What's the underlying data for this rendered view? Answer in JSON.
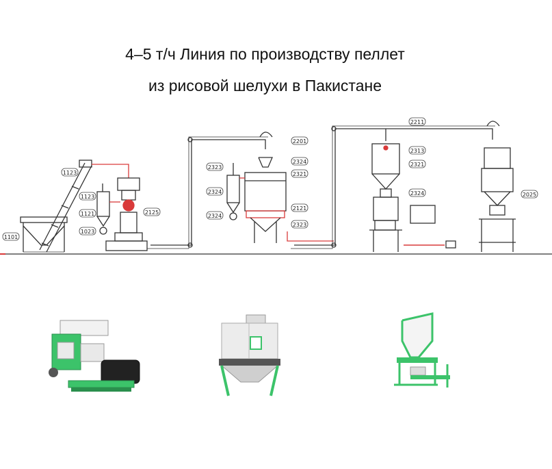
{
  "title": {
    "line1": "4–5 т/ч Линия по производству пеллет",
    "line2": "из рисовой шелухи в Пакистане"
  },
  "colors": {
    "line": "#333333",
    "pipe_red": "#d93a3a",
    "machine_green": "#3cc36a",
    "watermark": "#cfeee0"
  },
  "labels": {
    "l1101": "1101",
    "l1123a": "1123",
    "l1123b": "1123",
    "l1121": "1121",
    "l1023": "1023",
    "l2125": "2125",
    "l2323a": "2323",
    "l2324a": "2324",
    "l2324b": "2324",
    "l2201": "2201",
    "l2321a": "2321",
    "l2121": "2121",
    "l2323b": "2323",
    "l2211": "2211",
    "l2313": "2313",
    "l2321b": "2321",
    "l2324c": "2324",
    "l2025": "2025"
  },
  "machines": {
    "pellet_mill": "pellet-mill-icon",
    "cooler": "counterflow-cooler-icon",
    "packer": "packing-scale-icon"
  }
}
